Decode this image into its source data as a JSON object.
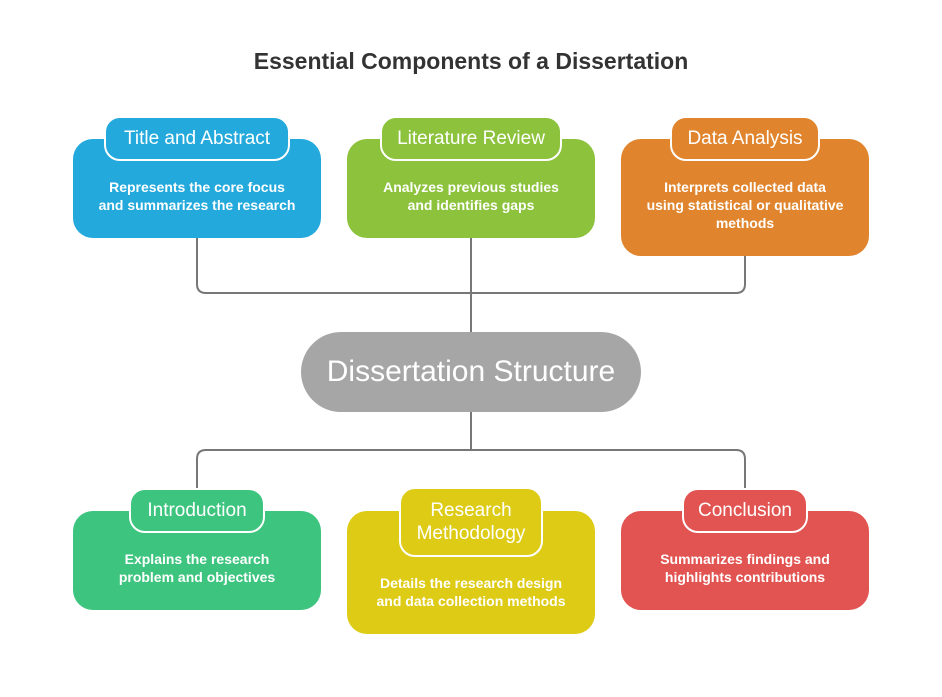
{
  "title": "Essential Components of a Dissertation",
  "center": {
    "label": "Dissertation Structure",
    "color": "#a6a6a6"
  },
  "colors": {
    "connector": "#777777"
  },
  "top": [
    {
      "label": "Title and Abstract",
      "description": "Represents the core focus\nand summarizes the research",
      "color": "#23a9dc"
    },
    {
      "label": "Literature Review",
      "description": "Analyzes previous studies\nand identifies gaps",
      "color": "#8cc23c"
    },
    {
      "label": "Data Analysis",
      "description": "Interprets collected data\nusing statistical or qualitative\nmethods",
      "color": "#e0852d"
    }
  ],
  "bottom": [
    {
      "label": "Introduction",
      "description": "Explains the research\nproblem and objectives",
      "color": "#3dc47e"
    },
    {
      "label": "Research\nMethodology",
      "description": "Details the research design\nand data collection methods",
      "color": "#decb16"
    },
    {
      "label": "Conclusion",
      "description": "Summarizes findings and\nhighlights contributions",
      "color": "#e25451"
    }
  ]
}
